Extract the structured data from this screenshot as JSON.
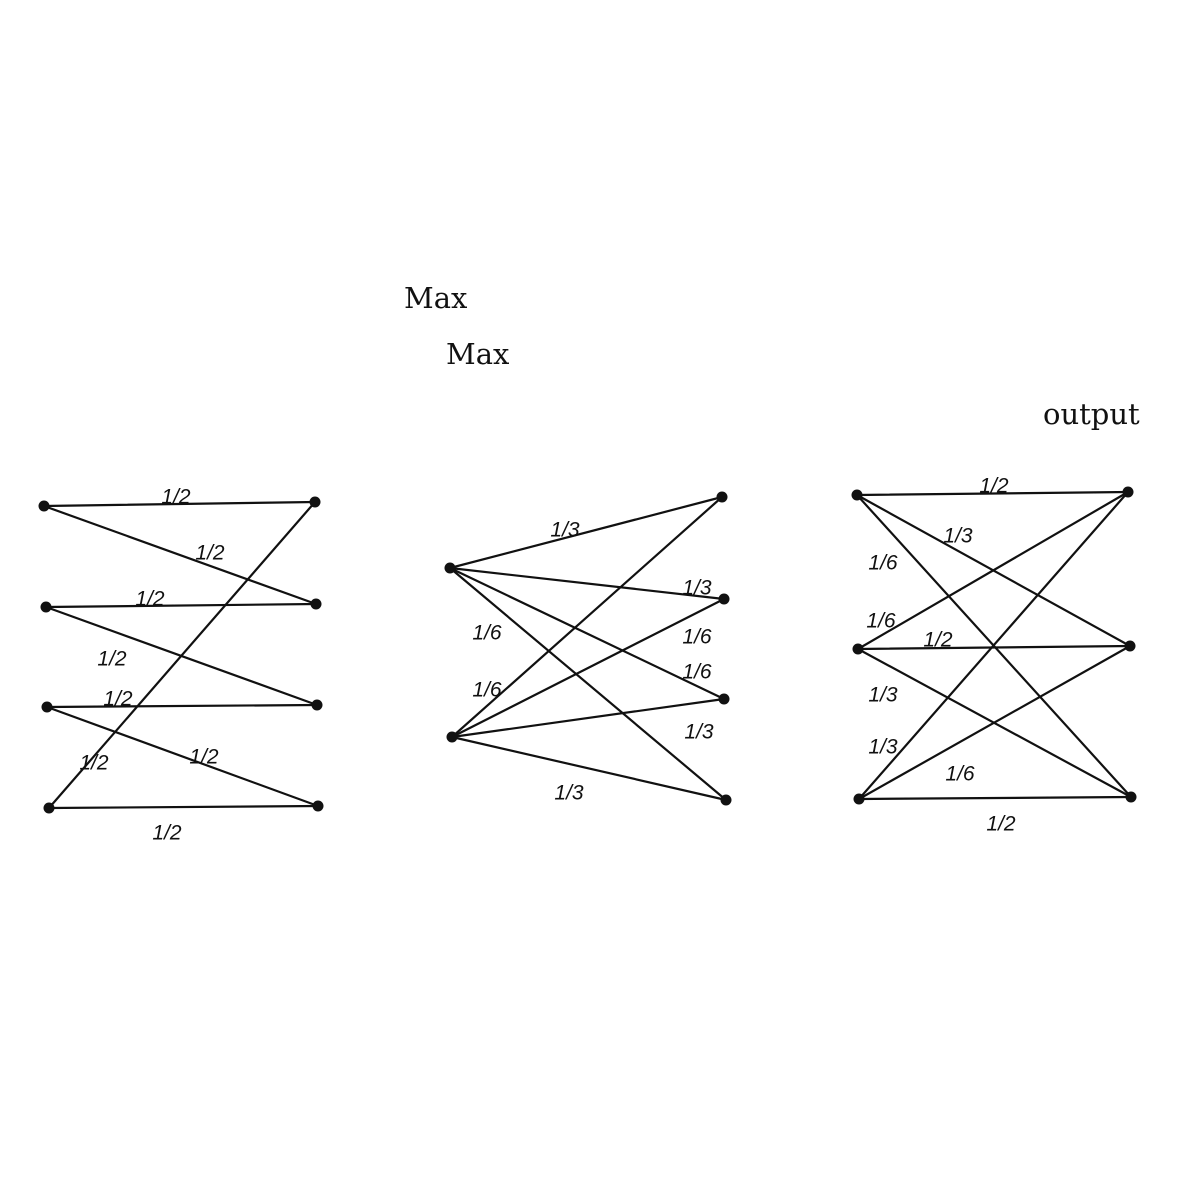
{
  "headings": {
    "max_1": "Max",
    "max_2": "Max",
    "output": "output"
  },
  "graphs": [
    {
      "id": "left",
      "nodes": [
        "L1",
        "L2",
        "L3",
        "L4",
        "R1",
        "R2",
        "R3",
        "R4"
      ],
      "edges": [
        {
          "from": "L1",
          "to": "R1",
          "label": "1/2"
        },
        {
          "from": "L1",
          "to": "R2",
          "label": "1/2"
        },
        {
          "from": "L2",
          "to": "R2",
          "label": "1/2"
        },
        {
          "from": "L2",
          "to": "R3",
          "label": "1/2"
        },
        {
          "from": "L3",
          "to": "R3",
          "label": "1/2"
        },
        {
          "from": "L3",
          "to": "R4",
          "label": "1/2"
        },
        {
          "from": "L4",
          "to": "R4",
          "label": "1/2"
        },
        {
          "from": "L4",
          "to": "R1",
          "label": "1/2"
        }
      ]
    },
    {
      "id": "middle",
      "nodes": [
        "A",
        "B",
        "R1",
        "R2",
        "R3",
        "R4"
      ],
      "edges": [
        {
          "from": "A",
          "to": "R1",
          "label": "1/3"
        },
        {
          "from": "A",
          "to": "R2",
          "label": "1/3"
        },
        {
          "from": "A",
          "to": "R3",
          "label": "1/6"
        },
        {
          "from": "A",
          "to": "R4",
          "label": "1/6"
        },
        {
          "from": "B",
          "to": "R1",
          "label": "1/6"
        },
        {
          "from": "B",
          "to": "R2",
          "label": "1/6"
        },
        {
          "from": "B",
          "to": "R3",
          "label": "1/3"
        },
        {
          "from": "B",
          "to": "R4",
          "label": "1/3"
        }
      ]
    },
    {
      "id": "right",
      "nodes": [
        "L1",
        "L2",
        "L3",
        "R1",
        "R2",
        "R3"
      ],
      "edges": [
        {
          "from": "L1",
          "to": "R1",
          "label": "1/2"
        },
        {
          "from": "L1",
          "to": "R2",
          "label": "1/3"
        },
        {
          "from": "L1",
          "to": "R3",
          "label": "1/6"
        },
        {
          "from": "L2",
          "to": "R1",
          "label": "1/6"
        },
        {
          "from": "L2",
          "to": "R2",
          "label": "1/2"
        },
        {
          "from": "L2",
          "to": "R3",
          "label": "1/3"
        },
        {
          "from": "L3",
          "to": "R1",
          "label": "1/3"
        },
        {
          "from": "L3",
          "to": "R2",
          "label": "1/6"
        },
        {
          "from": "L3",
          "to": "R3",
          "label": "1/2"
        }
      ]
    }
  ]
}
